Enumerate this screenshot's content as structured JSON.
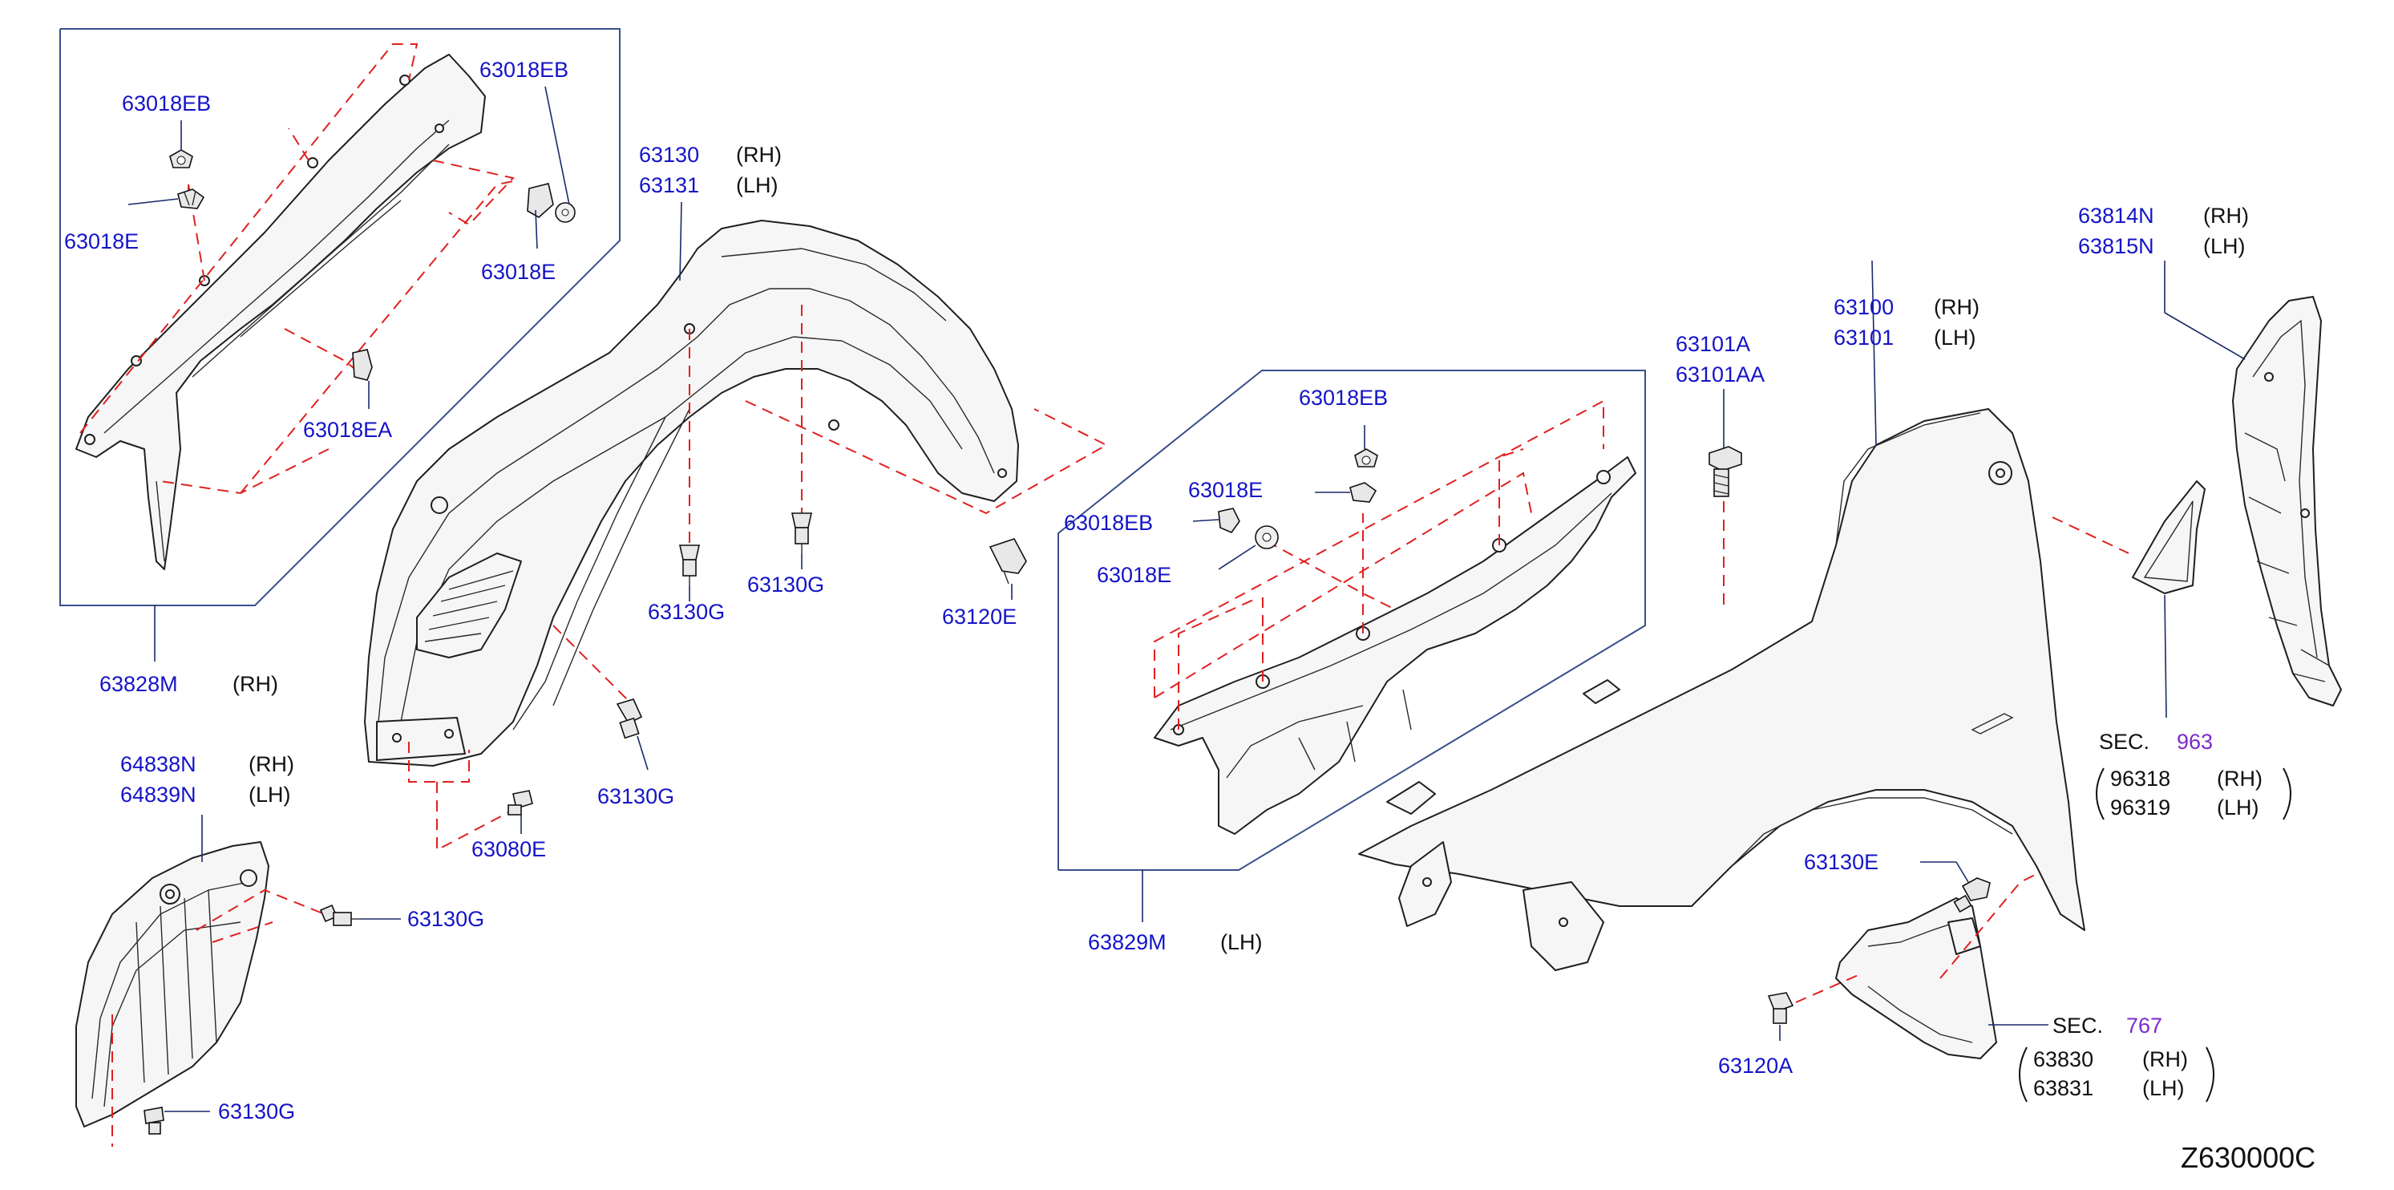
{
  "labels": {
    "p63018EB_a": "63018EB",
    "p63018EB_b": "63018EB",
    "p63018E_a": "63018E",
    "p63018E_b": "63018E",
    "p63018EA": "63018EA",
    "p63828M": "63828M",
    "p63828M_side": "(RH)",
    "p63130": "63130",
    "p63130_side": "(RH)",
    "p63131": "63131",
    "p63131_side": "(LH)",
    "p63130G_a": "63130G",
    "p63130G_b": "63130G",
    "p63130G_c": "63130G",
    "p63120E": "63120E",
    "p63080E": "63080E",
    "p64838N": "64838N",
    "p64838N_side": "(RH)",
    "p64839N": "64839N",
    "p64839N_side": "(LH)",
    "p63130G_d": "63130G",
    "p63130G_e": "63130G",
    "p63018EB_c": "63018EB",
    "p63018E_c": "63018E",
    "p63018EB_d": "63018EB",
    "p63018E_d": "63018E",
    "p63829M": "63829M",
    "p63829M_side": "(LH)",
    "p63101A": "63101A",
    "p63101AA": "63101AA",
    "p63100": "63100",
    "p63100_side": "(RH)",
    "p63101": "63101",
    "p63101_side": "(LH)",
    "p63814N": "63814N",
    "p63814N_side": "(RH)",
    "p63815N": "63815N",
    "p63815N_side": "(LH)",
    "sec963": "SEC.",
    "sec963_num": "963",
    "p96318": "96318",
    "p96318_side": "(RH)",
    "p96319": "96319",
    "p96319_side": "(LH)",
    "p63130E": "63130E",
    "sec767": "SEC.",
    "sec767_num": "767",
    "p63830": "63830",
    "p63830_side": "(RH)",
    "p63831": "63831",
    "p63831_side": "(LH)",
    "p63120A": "63120A",
    "diagram_code": "Z630000C"
  },
  "colors": {
    "part_number": "#1414c8",
    "section_number": "#7a2ad0",
    "dashed_reference": "#e02020",
    "leader_line": "#1a2a6a",
    "outline": "#1f1f1f"
  }
}
